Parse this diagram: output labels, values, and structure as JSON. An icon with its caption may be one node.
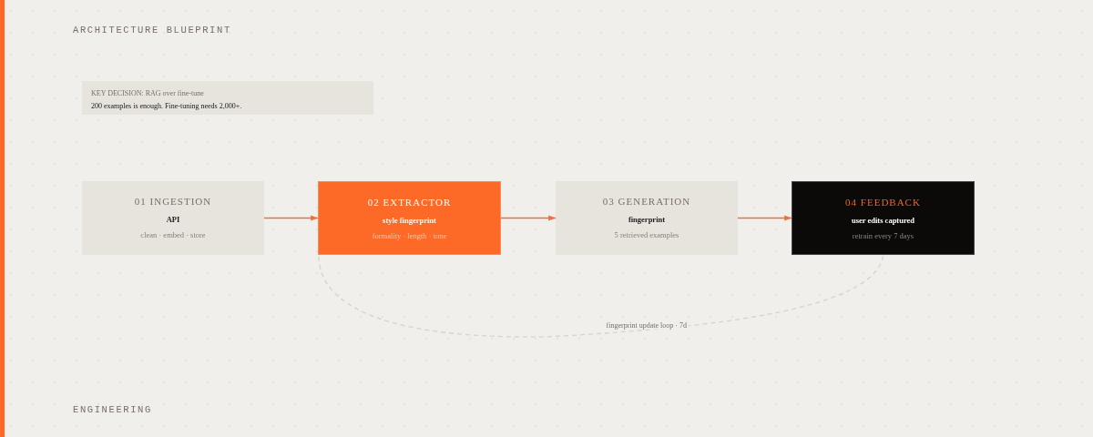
{
  "diagram": {
    "title": "ARCHITECTURE BLUEPRINT",
    "nodes": [
      {
        "text": [
          "KEY DECISION: RAG over fine-tune",
          "200 examples is enough. Fine-tuning needs 2,000+."
        ]
      },
      {
        "text": [
          "01 INGESTION",
          "API",
          "clean · embed · store"
        ]
      },
      {
        "text": [
          "02 EXTRACTOR",
          "style fingerprint",
          "formality · length · tone"
        ]
      },
      {
        "text": [
          "03 GENERATION",
          "fingerprint",
          "5 retrieved examples"
        ]
      },
      {
        "text": [
          "04 FEEDBACK",
          "user edits captured",
          "retrain every 7 days"
        ]
      }
    ],
    "edges": [
      {
        "from": 1,
        "to": 2,
        "arrow": "to"
      },
      {
        "from": 2,
        "to": 3,
        "arrow": "to"
      },
      {
        "from": 3,
        "to": 4,
        "arrow": "to"
      },
      {
        "from": 4,
        "to": 2,
        "arrow": "none",
        "style": "dashed",
        "color": "#d6d3cd",
        "label": "fingerprint update loop · 7d"
      }
    ],
    "labels": [
      "ENGINEERING"
    ]
  }
}
